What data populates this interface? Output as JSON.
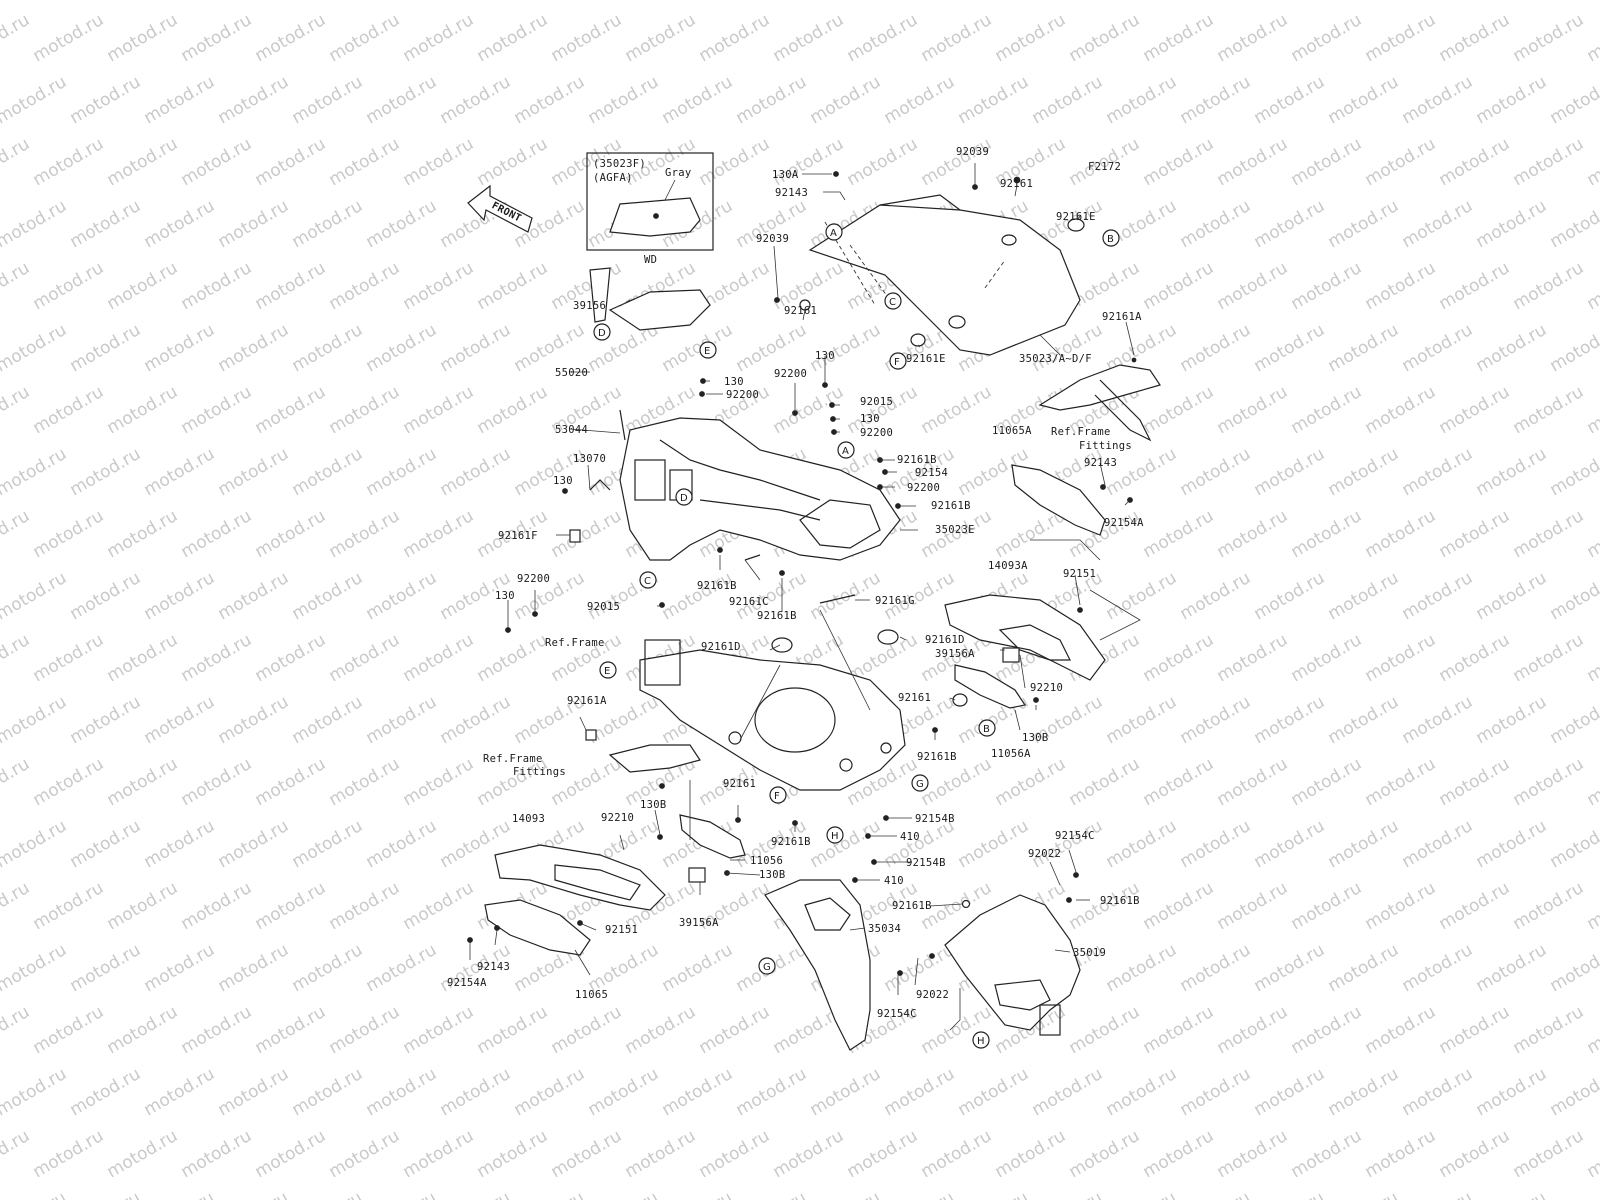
{
  "watermark": {
    "text": "motod.ru"
  },
  "figure_code": "F2172",
  "front_arrow": {
    "label": "FRONT"
  },
  "inset": {
    "part": "(35023F)",
    "variant": "(AGFA)",
    "color": "Gray",
    "caption": "WD"
  },
  "ref_labels": {
    "ref_frame": "Ref.Frame",
    "ref_frame_fittings_line1": "Ref.Frame",
    "ref_frame_fittings_line2": "Fittings",
    "ref_frame_fittings_right_line1": "Ref.Frame",
    "ref_frame_fittings_right_line2": "Fittings"
  },
  "callouts": {
    "a1": "A",
    "a2": "A",
    "b1": "B",
    "b2": "B",
    "c1": "C",
    "c2": "C",
    "d1": "D",
    "d2": "D",
    "e1": "E",
    "e2": "E",
    "f1": "F",
    "f2": "F",
    "g1": "G",
    "g2": "G",
    "h1": "H",
    "h2": "H"
  },
  "part_labels": {
    "p130A": "130A",
    "p92143_top": "92143",
    "p92039_top": "92039",
    "p92161_top": "92161",
    "p92161E_top": "92161E",
    "p92039_mid": "92039",
    "p92161_mid": "92161",
    "p92161A_right": "92161A",
    "p35023AF": "35023/A~D/F",
    "p92161E_mid": "92161E",
    "p39156": "39156",
    "p55020": "55020",
    "p130_a": "130",
    "p92200_a": "92200",
    "p92200_b": "92200",
    "p130_b": "130",
    "p92015_a": "92015",
    "p130_c": "130",
    "p92200_c": "92200",
    "p53044": "53044",
    "p13070": "13070",
    "p130_d": "130",
    "p92161B_a": "92161B",
    "p92154": "92154",
    "p92200_d": "92200",
    "p92161B_b": "92161B",
    "p11065A": "11065A",
    "p92143_right": "92143",
    "p92154A_right": "92154A",
    "p92161F": "92161F",
    "p35023E": "35023E",
    "p92200_e": "92200",
    "p130_e": "130",
    "p92015_b": "92015",
    "p92161B_c": "92161B",
    "p92161C": "92161C",
    "p92161B_d": "92161B",
    "p92161G": "92161G",
    "p14093A": "14093A",
    "p92151_right": "92151",
    "p92161D_a": "92161D",
    "p92161D_b": "92161D",
    "p39156A_right": "39156A",
    "p92210_right": "92210",
    "p92161_r": "92161",
    "p130B_right": "130B",
    "p11056A": "11056A",
    "p92161A_left": "92161A",
    "p92161B_e": "92161B",
    "p92161_low": "92161",
    "p130B_low": "130B",
    "p92210_left": "92210",
    "p14093": "14093",
    "p92161B_f": "92161B",
    "p11056": "11056",
    "p130B_low2": "130B",
    "p92154B_a": "92154B",
    "p410_a": "410",
    "p92154B_b": "92154B",
    "p410_b": "410",
    "p92154C_top": "92154C",
    "p92022_top": "92022",
    "p92161B_g": "92161B",
    "p92161B_h": "92161B",
    "p39156A_left": "39156A",
    "p92151_left": "92151",
    "p35034": "35034",
    "p35019": "35019",
    "p92143_left": "92143",
    "p92154A_left": "92154A",
    "p11065": "11065",
    "p92022_low": "92022",
    "p92154C_low": "92154C"
  }
}
